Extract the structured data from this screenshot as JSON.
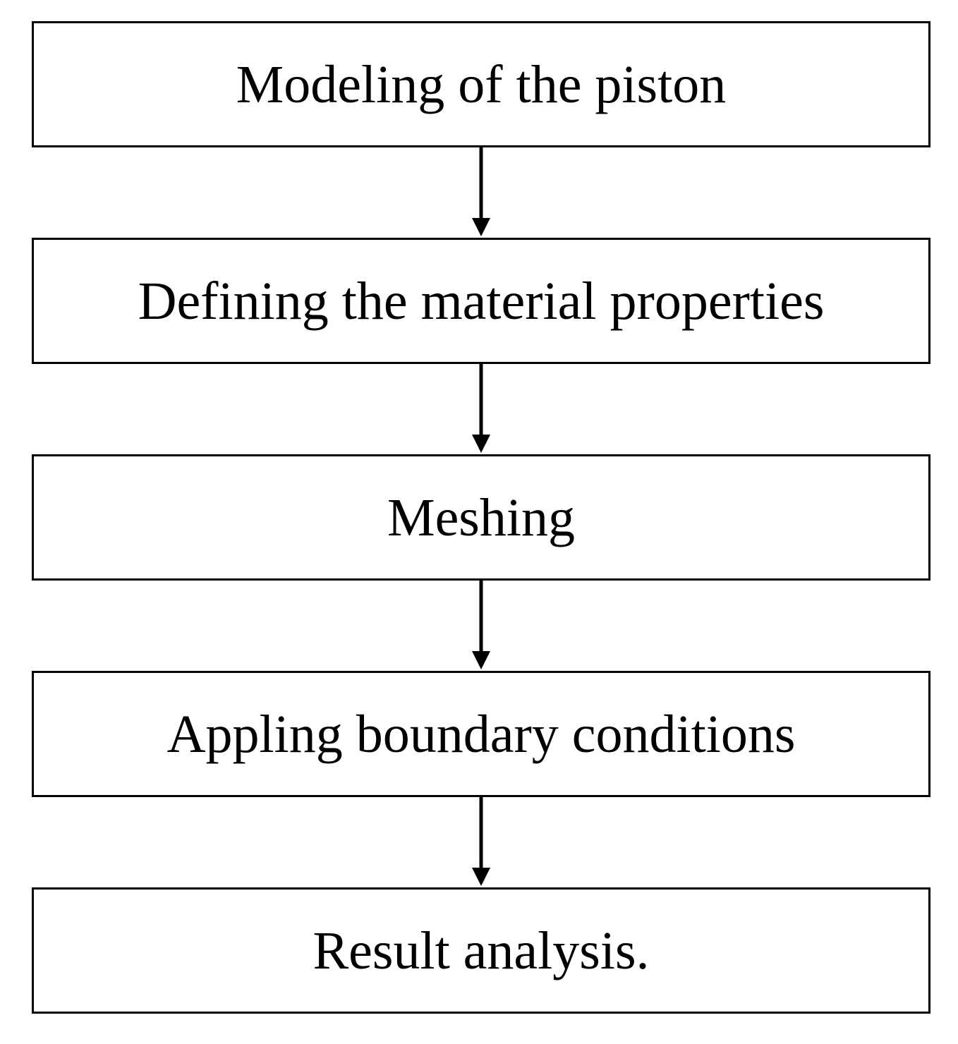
{
  "steps": [
    {
      "label": "Modeling of the piston"
    },
    {
      "label": "Defining the material properties"
    },
    {
      "label": "Meshing"
    },
    {
      "label": "Appling boundary conditions"
    },
    {
      "label": "Result analysis."
    }
  ],
  "colors": {
    "border": "#000000",
    "text": "#000000",
    "background": "#ffffff",
    "arrow": "#000000"
  },
  "connector_icon": "down-arrow-icon"
}
